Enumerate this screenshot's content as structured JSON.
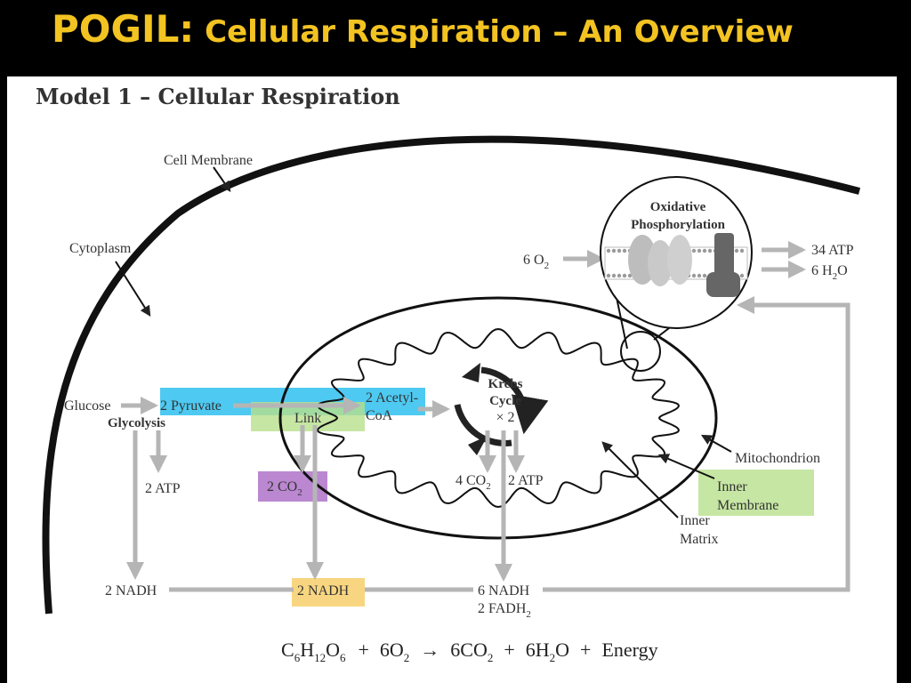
{
  "slide": {
    "title_main": "POGIL:",
    "title_sub": "Cellular Respiration – An Overview",
    "model_title": "Model 1 – Cellular Respiration"
  },
  "labels": {
    "cell_membrane": "Cell Membrane",
    "cytoplasm": "Cytoplasm",
    "glucose": "Glucose",
    "glycolysis": "Glycolysis",
    "pyruvate": "2 Pyruvate",
    "link": "Link",
    "acetyl_line1": "2 Acetyl-",
    "acetyl_line2": "CoA",
    "krebs_line1": "Krebs",
    "krebs_line2": "Cycle",
    "krebs_times": "× 2",
    "atp_glycolysis": "2 ATP",
    "co2_link": "2 CO",
    "co2_link_sub": "2",
    "co2_krebs": "4 CO",
    "co2_krebs_sub": "2",
    "atp_krebs": "2 ATP",
    "nadh_glycolysis": "2 NADH",
    "nadh_link": "2 NADH",
    "nadh_krebs": "6 NADH",
    "fadh2": "2 FADH",
    "fadh2_sub": "2",
    "ox_phos_line1": "Oxidative",
    "ox_phos_line2": "Phosphorylation",
    "o2_in": "6 O",
    "o2_sub": "2",
    "atp_out": "34 ATP",
    "h2o_out_a": "6 H",
    "h2o_out_sub": "2",
    "h2o_out_b": "O",
    "mitochondrion": "Mitochondrion",
    "inner_membrane_line1": "Inner",
    "inner_membrane_line2": "Membrane",
    "inner_matrix_line1": "Inner",
    "inner_matrix_line2": "Matrix"
  },
  "equation": {
    "c": "C",
    "c_sub": "6",
    "h": "H",
    "h_sub": "12",
    "o": "O",
    "o_sub": "6",
    "plus1": "+",
    "o2": "6O",
    "o2_sub": "2",
    "arrow": "→",
    "co2": "6CO",
    "co2_sub": "2",
    "plus2": "+",
    "h2o_a": "6H",
    "h2o_sub": "2",
    "h2o_b": "O",
    "plus3": "+",
    "energy": "Energy"
  },
  "colors": {
    "title_gold": "#f3c321",
    "arrow_gray": "#b5b5b5",
    "highlight_blue": "#2fc0ef",
    "highlight_green": "#b8e08c",
    "highlight_purple": "#a35fc0",
    "highlight_yellow": "#f7cf6b"
  }
}
